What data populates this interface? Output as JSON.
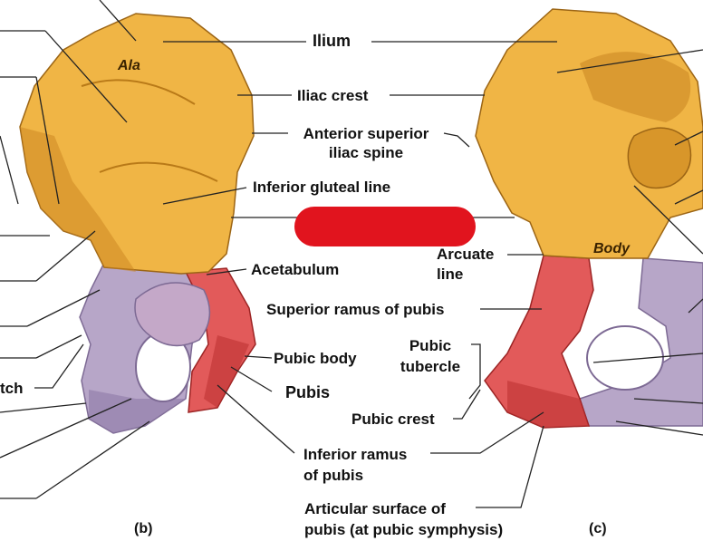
{
  "labels": {
    "ilium": "Ilium",
    "iliac_crest": "Iliac crest",
    "asis_line1": "Anterior superior",
    "asis_line2": "iliac spine",
    "inferior_gluteal": "Inferior gluteal line",
    "acetabulum": "Acetabulum",
    "arcuate_line1": "Arcuate",
    "arcuate_line2": "line",
    "superior_ramus": "Superior ramus of pubis",
    "pubic_tubercle_line1": "Pubic",
    "pubic_tubercle_line2": "tubercle",
    "pubic_body": "Pubic body",
    "pubis": "Pubis",
    "pubic_crest": "Pubic crest",
    "inferior_ramus_line1": "Inferior ramus",
    "inferior_ramus_line2": "of pubis",
    "articular_line1": "Articular surface of",
    "articular_line2": "pubis (at pubic symphysis)",
    "left_cut": "tch"
  },
  "bone_labels": {
    "ala": "Ala",
    "body": "Body"
  },
  "panels": {
    "b": "(b)",
    "c": "(c)"
  },
  "colors": {
    "ilium": "#f0b545",
    "ilium_shade": "#c98420",
    "ischium": "#b7a6c8",
    "ischium_shade": "#8e7aa6",
    "pubis": "#e25a5a",
    "pubis_shade": "#b9302f",
    "redaction": "#e1141e"
  }
}
